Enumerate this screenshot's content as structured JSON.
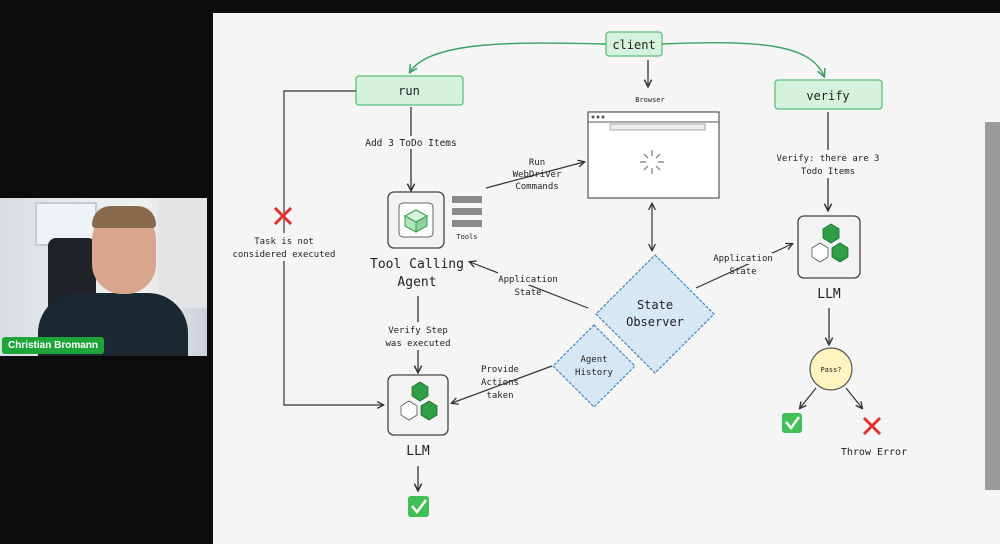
{
  "presenter": {
    "name": "Christian Bromann"
  },
  "diagram": {
    "nodes": {
      "client": "client",
      "run": "run",
      "verify": "verify",
      "browser": "Browser",
      "tool_calling_agent": [
        "Tool Calling",
        "Agent"
      ],
      "tools": "Tools",
      "state_observer": [
        "State",
        "Observer"
      ],
      "agent_history": [
        "Agent",
        "History"
      ],
      "llm_main": "LLM",
      "llm_verify": "LLM",
      "pass": "Pass?"
    },
    "labels": {
      "add_todo": "Add 3 ToDo Items",
      "run_webdriver": [
        "Run",
        "WebDriver",
        "Commands"
      ],
      "task_not_executed": [
        "Task is not",
        "considered executed"
      ],
      "app_state_left": [
        "Application",
        "State"
      ],
      "app_state_right": [
        "Application",
        "State"
      ],
      "verify_step": [
        "Verify Step",
        "was executed"
      ],
      "provide_actions": [
        "Provide",
        "Actions",
        "taken"
      ],
      "verify_text": [
        "Verify: there are 3",
        "Todo Items"
      ],
      "throw_error": "Throw Error"
    },
    "colors": {
      "green_box_fill": "#d5f2df",
      "green_box_stroke": "#5fbf7a",
      "diamond_fill": "#d6e7f6",
      "diamond_stroke": "#4d86c3",
      "hex_green": "#2f9e44",
      "error_red": "#e03131",
      "check_green": "#40c057",
      "pass_fill": "#fff3bf"
    }
  }
}
